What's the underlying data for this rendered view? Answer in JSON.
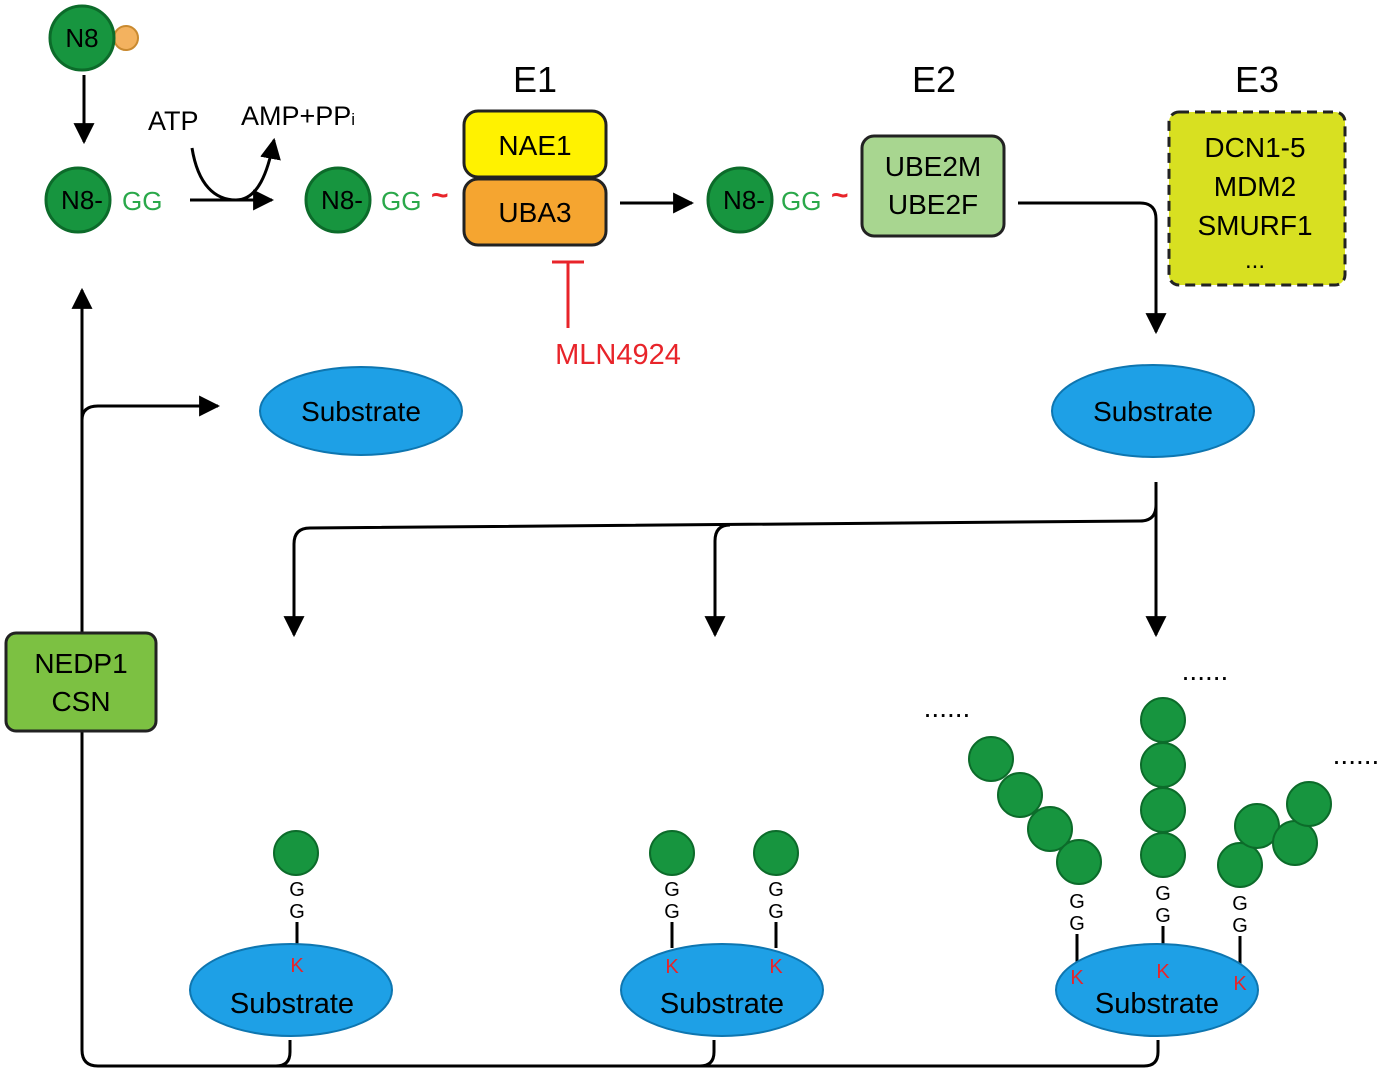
{
  "nedd8_label": "N8",
  "nedd8_prefix_label": "N8-",
  "gg_label": "GG",
  "thioester_symbol": "~",
  "atp_label": "ATP",
  "amp_label": "AMP+PP",
  "amp_subscript": "i",
  "e1": {
    "heading": "E1",
    "nae1": "NAE1",
    "uba3": "UBA3"
  },
  "e2": {
    "heading": "E2",
    "line1": "UBE2M",
    "line2": "UBE2F"
  },
  "e3": {
    "heading": "E3",
    "line1": "DCN1-5",
    "line2": "MDM2",
    "line3": "SMURF1",
    "line4": "..."
  },
  "inhibitor_label": "MLN4924",
  "substrate_label": "Substrate",
  "deneddylase": {
    "line1": "NEDP1",
    "line2": "CSN"
  },
  "g_letter": "G",
  "k_letter": "K",
  "ellipsis": "......",
  "colors": {
    "nedd8_green": "#17953f",
    "gg_text_green": "#2aa84a",
    "substrate_blue": "#1ea0e6",
    "nae1_yellow": "#fff200",
    "uba3_orange": "#f5a530",
    "e2_green": "#a8d690",
    "e3_yellow": "#d8e021",
    "nedp1_green": "#7cc142",
    "inhibitor_red": "#e8242a",
    "lysine_red": "#e8242a",
    "ubiquitin_tag_orange": "#f3b25f"
  }
}
